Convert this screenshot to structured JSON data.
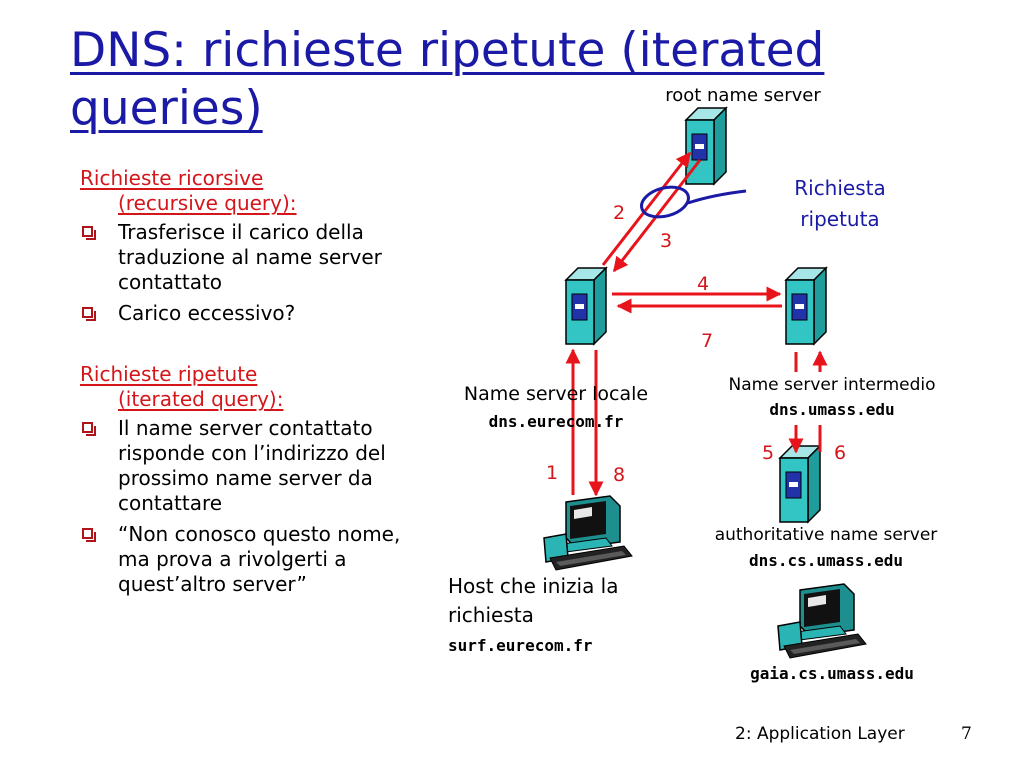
{
  "title": "DNS: richieste ripetute (iterated queries)",
  "sections": [
    {
      "heading_line1": "Richieste ricorsive",
      "heading_line2": "(recursive query):",
      "bullets": [
        "Trasferisce il carico della traduzione al name server contattato",
        "Carico eccessivo?"
      ]
    },
    {
      "heading_line1": "Richieste ripetute",
      "heading_line2": "(iterated query):",
      "bullets": [
        "Il name server contattato risponde con l’indirizzo del prossimo name server da contattare",
        "“Non conosco questo nome, ma prova a rivolgerti a quest’altro server”"
      ]
    }
  ],
  "diagram": {
    "root_label": "root name server",
    "annotation_line1": "Richiesta",
    "annotation_line2": "ripetuta",
    "local_label": "Name server locale",
    "local_host": "dns.eurecom.fr",
    "intermediate_label": "Name server intermedio",
    "intermediate_host": "dns.umass.edu",
    "authoritative_label": "authoritative name server",
    "authoritative_host": "dns.cs.umass.edu",
    "requesting_host_line1": "Host che inizia la",
    "requesting_host_line2": "richiesta",
    "requesting_host_name": "surf.eurecom.fr",
    "destination_host": "gaia.cs.umass.edu",
    "steps": [
      "1",
      "2",
      "3",
      "4",
      "5",
      "6",
      "7",
      "8"
    ],
    "arrow_color": "#e8141b",
    "server_color": "#33c4c4"
  },
  "footer": {
    "label": "2: Application Layer",
    "page": "7"
  }
}
